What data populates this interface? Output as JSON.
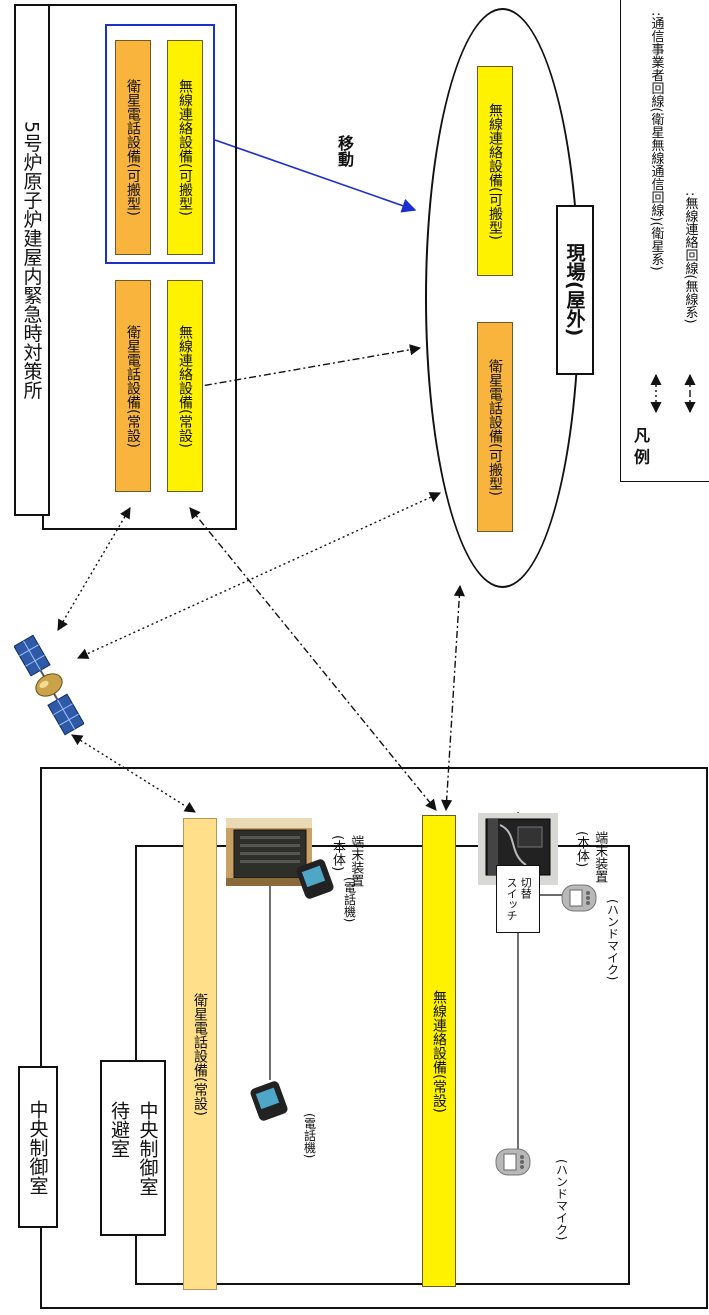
{
  "building5": {
    "title": "5号炉原子炉建屋内緊急時対策所"
  },
  "equipment": {
    "sat_portable": "衛星電話設備(可搬型)",
    "radio_portable": "無線連絡設備(可搬型)",
    "sat_fixed": "衛星電話設備(常設)",
    "radio_fixed": "無線連絡設備(常設)",
    "field_radio_portable": "無線連絡設備(可搬型)",
    "field_sat_portable": "衛星電話設備(可搬型)",
    "ccr_sat_fixed": "衛星電話設備(常設)",
    "ccr_radio_fixed": "無線連絡設備(常設)"
  },
  "move_label": "移動",
  "field_label": "現場(屋外)",
  "legend": {
    "title": "凡 例",
    "line1": ":通信事業者回線(衛星無線通信回線)(衛星系)",
    "line2": ":無線連絡回線(無線系)"
  },
  "ccr": {
    "title": "中央制御室",
    "standby_title": "中央制御室\n待避室",
    "terminal_sat": "端末装置\n(本体)",
    "terminal_radio": "端末装置\n(本体)",
    "phone1": "(電話機)",
    "phone2": "(電話機)",
    "switch": "切替\nスイッチ",
    "handmic1": "(ハンドマイク)",
    "handmic2": "(ハンドマイク)"
  }
}
